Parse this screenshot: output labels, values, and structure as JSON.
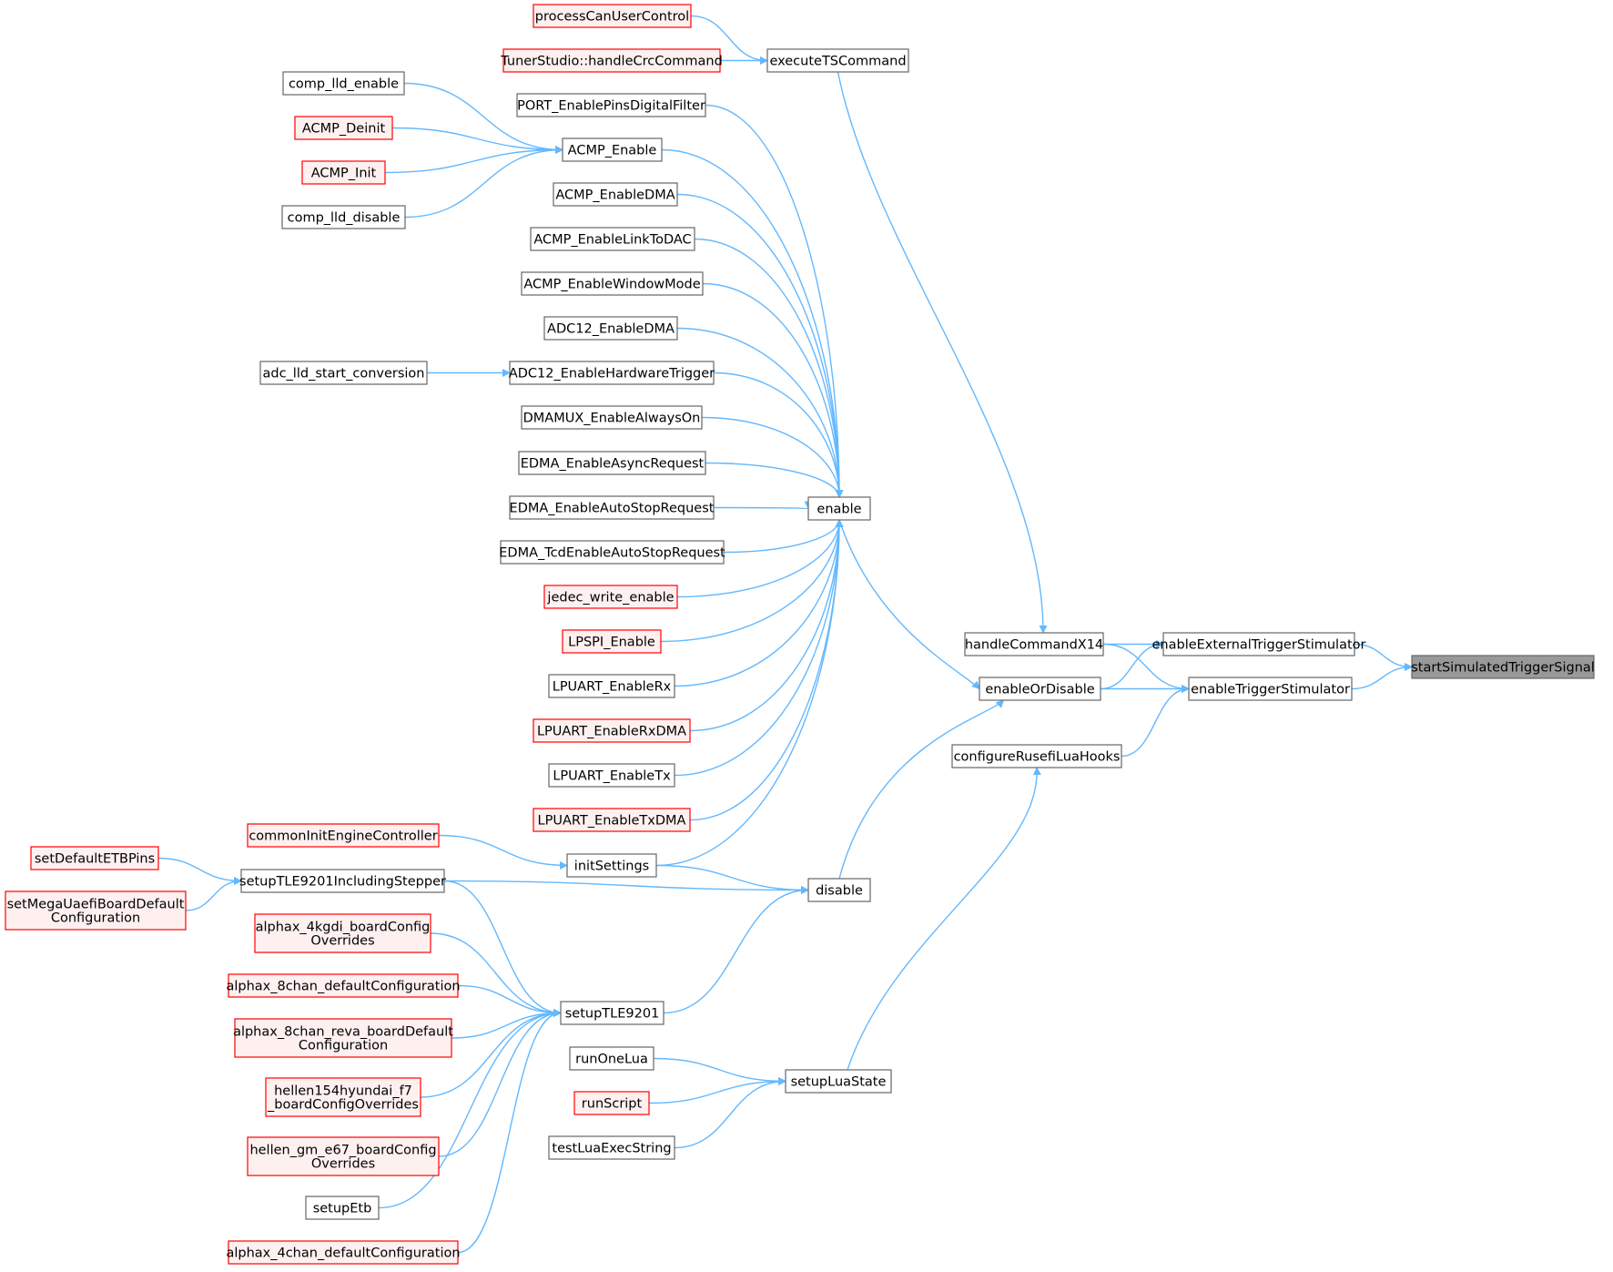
{
  "colors": {
    "edge": "#63b8ff",
    "node_fill": "#ffffff",
    "node_border": "#666666",
    "truncated_fill": "#fff0f0",
    "truncated_border": "#ff0000",
    "root_fill": "#999999",
    "root_border": "#666666"
  },
  "nodes": [
    {
      "id": "startSimulatedTriggerSignal",
      "lines": [
        "startSimulatedTriggerSignal"
      ],
      "style": "root"
    },
    {
      "id": "enableExternalTriggerStimulator",
      "lines": [
        "enableExternalTriggerStimulator"
      ],
      "style": "normal"
    },
    {
      "id": "enableTriggerStimulator",
      "lines": [
        "enableTriggerStimulator"
      ],
      "style": "normal"
    },
    {
      "id": "handleCommandX14",
      "lines": [
        "handleCommandX14"
      ],
      "style": "normal"
    },
    {
      "id": "enableOrDisable",
      "lines": [
        "enableOrDisable"
      ],
      "style": "normal"
    },
    {
      "id": "configureRusefiLuaHooks",
      "lines": [
        "configureRusefiLuaHooks"
      ],
      "style": "normal"
    },
    {
      "id": "executeTSCommand",
      "lines": [
        "executeTSCommand"
      ],
      "style": "normal"
    },
    {
      "id": "processCanUserControl",
      "lines": [
        "processCanUserControl"
      ],
      "style": "truncated"
    },
    {
      "id": "handleCrcCommand",
      "lines": [
        "TunerStudio::handleCrcCommand"
      ],
      "style": "truncated"
    },
    {
      "id": "enable",
      "lines": [
        "enable"
      ],
      "style": "normal"
    },
    {
      "id": "disable",
      "lines": [
        "disable"
      ],
      "style": "normal"
    },
    {
      "id": "setupLuaState",
      "lines": [
        "setupLuaState"
      ],
      "style": "normal"
    },
    {
      "id": "PORT_EnablePinsDigitalFilter",
      "lines": [
        "PORT_EnablePinsDigitalFilter"
      ],
      "style": "normal"
    },
    {
      "id": "ACMP_Enable",
      "lines": [
        "ACMP_Enable"
      ],
      "style": "normal"
    },
    {
      "id": "ACMP_EnableDMA",
      "lines": [
        "ACMP_EnableDMA"
      ],
      "style": "normal"
    },
    {
      "id": "ACMP_EnableLinkToDAC",
      "lines": [
        "ACMP_EnableLinkToDAC"
      ],
      "style": "normal"
    },
    {
      "id": "ACMP_EnableWindowMode",
      "lines": [
        "ACMP_EnableWindowMode"
      ],
      "style": "normal"
    },
    {
      "id": "ADC12_EnableDMA",
      "lines": [
        "ADC12_EnableDMA"
      ],
      "style": "normal"
    },
    {
      "id": "ADC12_EnableHardwareTrigger",
      "lines": [
        "ADC12_EnableHardwareTrigger"
      ],
      "style": "normal"
    },
    {
      "id": "DMAMUX_EnableAlwaysOn",
      "lines": [
        "DMAMUX_EnableAlwaysOn"
      ],
      "style": "normal"
    },
    {
      "id": "EDMA_EnableAsyncRequest",
      "lines": [
        "EDMA_EnableAsyncRequest"
      ],
      "style": "normal"
    },
    {
      "id": "EDMA_EnableAutoStopRequest",
      "lines": [
        "EDMA_EnableAutoStopRequest"
      ],
      "style": "normal"
    },
    {
      "id": "EDMA_TcdEnableAutoStopRequest",
      "lines": [
        "EDMA_TcdEnableAutoStopRequest"
      ],
      "style": "normal"
    },
    {
      "id": "jedec_write_enable",
      "lines": [
        "jedec_write_enable"
      ],
      "style": "truncated"
    },
    {
      "id": "LPSPI_Enable",
      "lines": [
        "LPSPI_Enable"
      ],
      "style": "truncated"
    },
    {
      "id": "LPUART_EnableRx",
      "lines": [
        "LPUART_EnableRx"
      ],
      "style": "normal"
    },
    {
      "id": "LPUART_EnableRxDMA",
      "lines": [
        "LPUART_EnableRxDMA"
      ],
      "style": "truncated"
    },
    {
      "id": "LPUART_EnableTx",
      "lines": [
        "LPUART_EnableTx"
      ],
      "style": "normal"
    },
    {
      "id": "LPUART_EnableTxDMA",
      "lines": [
        "LPUART_EnableTxDMA"
      ],
      "style": "truncated"
    },
    {
      "id": "initSettings",
      "lines": [
        "initSettings"
      ],
      "style": "normal"
    },
    {
      "id": "setupTLE9201",
      "lines": [
        "setupTLE9201"
      ],
      "style": "normal"
    },
    {
      "id": "runOneLua",
      "lines": [
        "runOneLua"
      ],
      "style": "normal"
    },
    {
      "id": "runScript",
      "lines": [
        "runScript"
      ],
      "style": "truncated"
    },
    {
      "id": "testLuaExecString",
      "lines": [
        "testLuaExecString"
      ],
      "style": "normal"
    },
    {
      "id": "comp_lld_enable",
      "lines": [
        "comp_lld_enable"
      ],
      "style": "normal"
    },
    {
      "id": "ACMP_Deinit",
      "lines": [
        "ACMP_Deinit"
      ],
      "style": "truncated"
    },
    {
      "id": "ACMP_Init",
      "lines": [
        "ACMP_Init"
      ],
      "style": "truncated"
    },
    {
      "id": "comp_lld_disable",
      "lines": [
        "comp_lld_disable"
      ],
      "style": "normal"
    },
    {
      "id": "adc_lld_start_conversion",
      "lines": [
        "adc_lld_start_conversion"
      ],
      "style": "normal"
    },
    {
      "id": "commonInitEngineController",
      "lines": [
        "commonInitEngineController"
      ],
      "style": "truncated"
    },
    {
      "id": "setupTLE9201IncludingStepper",
      "lines": [
        "setupTLE9201IncludingStepper"
      ],
      "style": "normal"
    },
    {
      "id": "alphax_4kgdi",
      "lines": [
        "alphax_4kgdi_boardConfig",
        "Overrides"
      ],
      "style": "truncated"
    },
    {
      "id": "alphax_8chan_defaultConfiguration",
      "lines": [
        "alphax_8chan_defaultConfiguration"
      ],
      "style": "truncated"
    },
    {
      "id": "alphax_8chan_reva",
      "lines": [
        "alphax_8chan_reva_boardDefault",
        "Configuration"
      ],
      "style": "truncated"
    },
    {
      "id": "hellen154hyundai",
      "lines": [
        "hellen154hyundai_f7",
        "_boardConfigOverrides"
      ],
      "style": "truncated"
    },
    {
      "id": "hellen_gm_e67",
      "lines": [
        "hellen_gm_e67_boardConfig",
        "Overrides"
      ],
      "style": "truncated"
    },
    {
      "id": "setupEtb",
      "lines": [
        "setupEtb"
      ],
      "style": "normal"
    },
    {
      "id": "alphax_4chan_defaultConfiguration",
      "lines": [
        "alphax_4chan_defaultConfiguration"
      ],
      "style": "truncated"
    },
    {
      "id": "setDefaultETBPins",
      "lines": [
        "setDefaultETBPins"
      ],
      "style": "truncated"
    },
    {
      "id": "setMegaUaefi",
      "lines": [
        "setMegaUaefiBoardDefault",
        "Configuration"
      ],
      "style": "truncated"
    }
  ]
}
